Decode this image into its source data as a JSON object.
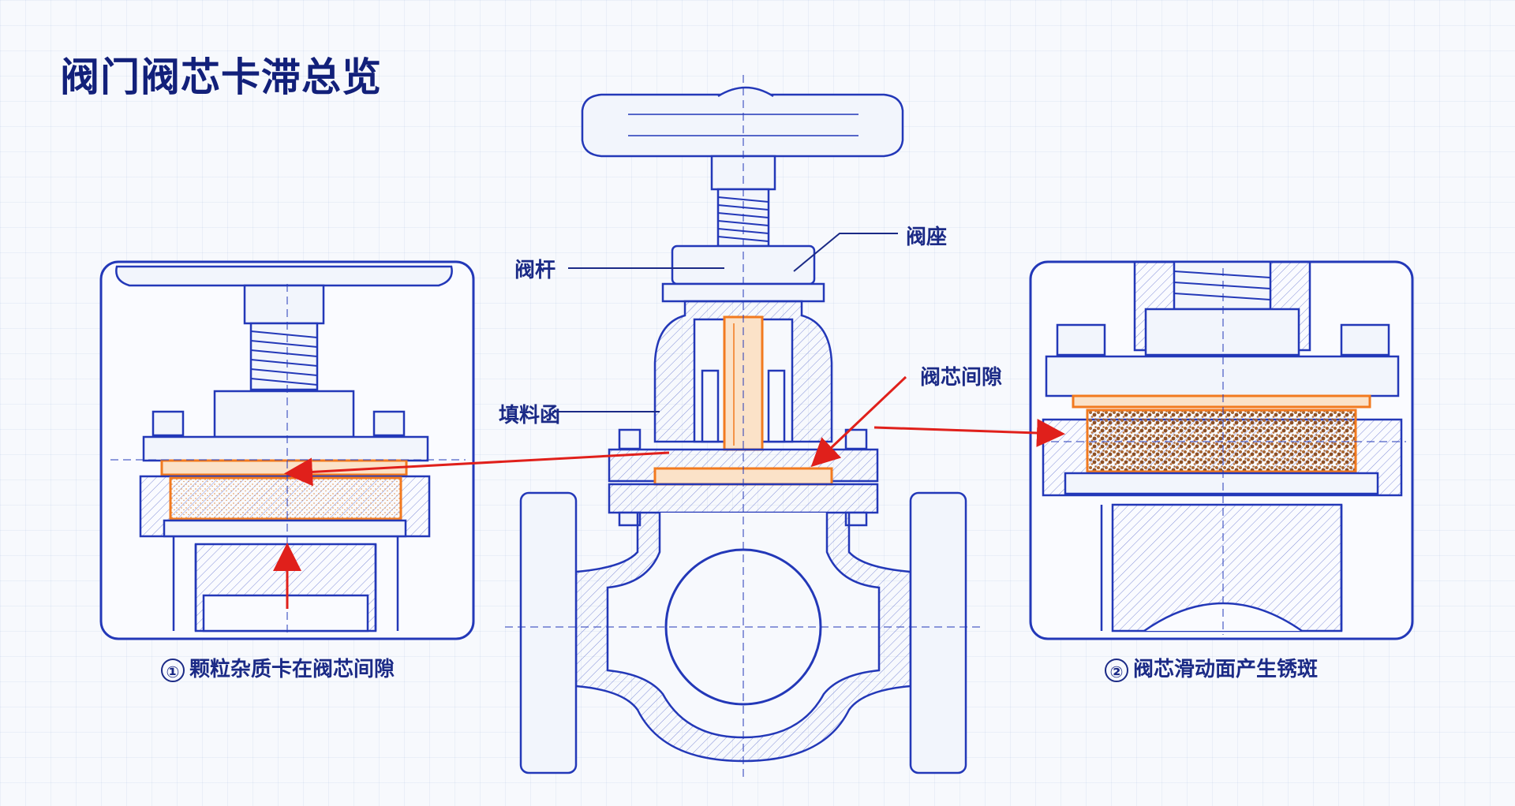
{
  "title": "阀门阀芯卡滞总览",
  "labels": {
    "stem": "阀杆",
    "seat": "阀座",
    "packing": "填料函",
    "gap": "阀芯间隙"
  },
  "captions": [
    {
      "num": "①",
      "text": "颗粒杂质卡在阀芯间隙"
    },
    {
      "num": "②",
      "text": "阀芯滑动面产生锈斑"
    }
  ],
  "colors": {
    "line": "#2338b8",
    "title": "#12207a",
    "arrow": "#e0201b",
    "highlight": "#f27a1f",
    "debris": "#e8a46a",
    "rust": "#9a5a2e"
  }
}
